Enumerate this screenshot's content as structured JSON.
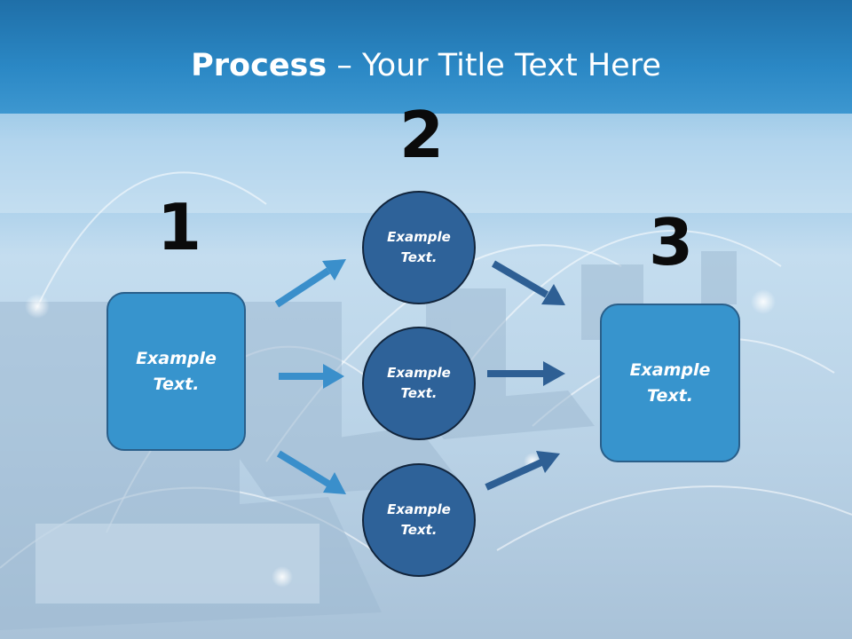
{
  "slide": {
    "title_bold": "Process",
    "title_rest": " – Your Title Text Here"
  },
  "steps": {
    "step1": {
      "number": "1",
      "box_text_line1": "Example",
      "box_text_line2": "Text."
    },
    "step2": {
      "number": "2",
      "circles": [
        {
          "line1": "Example",
          "line2": "Text."
        },
        {
          "line1": "Example",
          "line2": "Text."
        },
        {
          "line1": "Example",
          "line2": "Text."
        }
      ]
    },
    "step3": {
      "number": "3",
      "box_text_line1": "Example",
      "box_text_line2": "Text."
    }
  },
  "colors": {
    "box_fill": "#3794cd",
    "circle_fill": "#2e6299",
    "arrow_light": "#3a8fcb",
    "arrow_dark": "#2e5f94"
  }
}
